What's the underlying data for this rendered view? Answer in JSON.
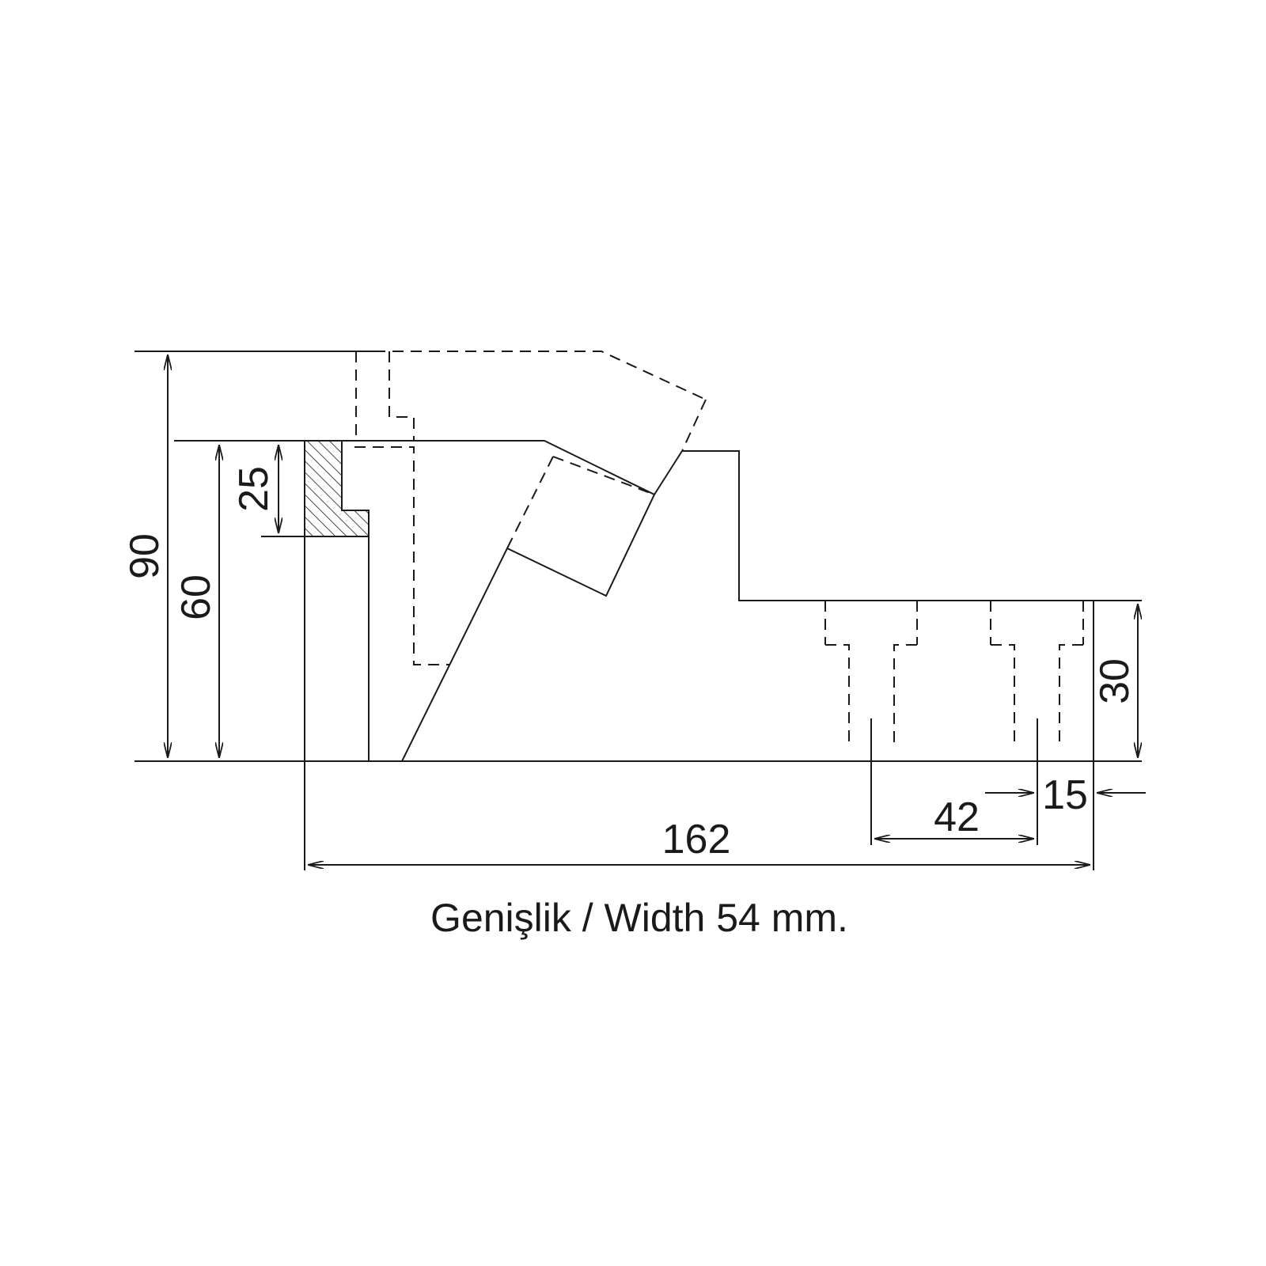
{
  "drawing": {
    "line_color": "#1a1a1a",
    "background": "#ffffff",
    "dimensions": {
      "height_total": "90",
      "height_body": "60",
      "height_mount": "25",
      "height_outlet": "30",
      "length_total": "162",
      "hole_spacing": "42",
      "edge_offset": "15"
    },
    "caption": "Genişlik / Width 54 mm."
  }
}
